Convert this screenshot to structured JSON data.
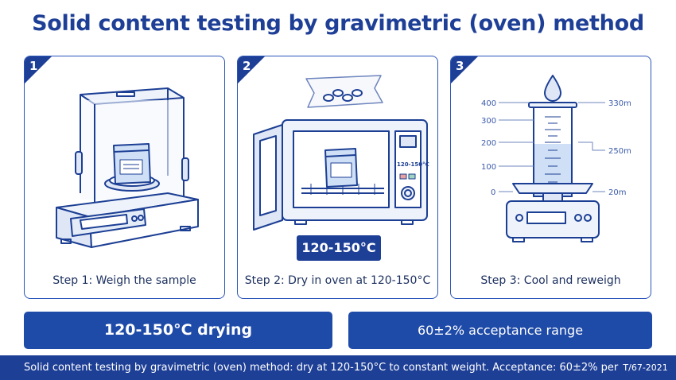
{
  "title": "Solid content testing by gravimetric (oven) method",
  "steps": [
    {
      "number": "1",
      "caption": "Step 1: Weigh the sample"
    },
    {
      "number": "2",
      "caption": "Step 2: Dry in oven at 120-150°C",
      "display": "120-150°C",
      "temp_label": "120-150°C"
    },
    {
      "number": "3",
      "caption": "Step 3: Cool and reweigh",
      "left_ticks": [
        "400",
        "300",
        "200",
        "100",
        "0"
      ],
      "right_ticks": [
        "330m",
        "250m",
        "20m"
      ]
    }
  ],
  "highlights": {
    "drying": "120-150°C drying",
    "acceptance": "60±2% acceptance range"
  },
  "footer": {
    "text": "Solid content testing by gravimetric (oven) method: dry at 120-150°C to constant weight. Acceptance: 60±2% per",
    "standard": "T/67-2021"
  },
  "colors": {
    "primary": "#1e3f96",
    "accent": "#1e4aa8",
    "line": "#2a55b8"
  }
}
